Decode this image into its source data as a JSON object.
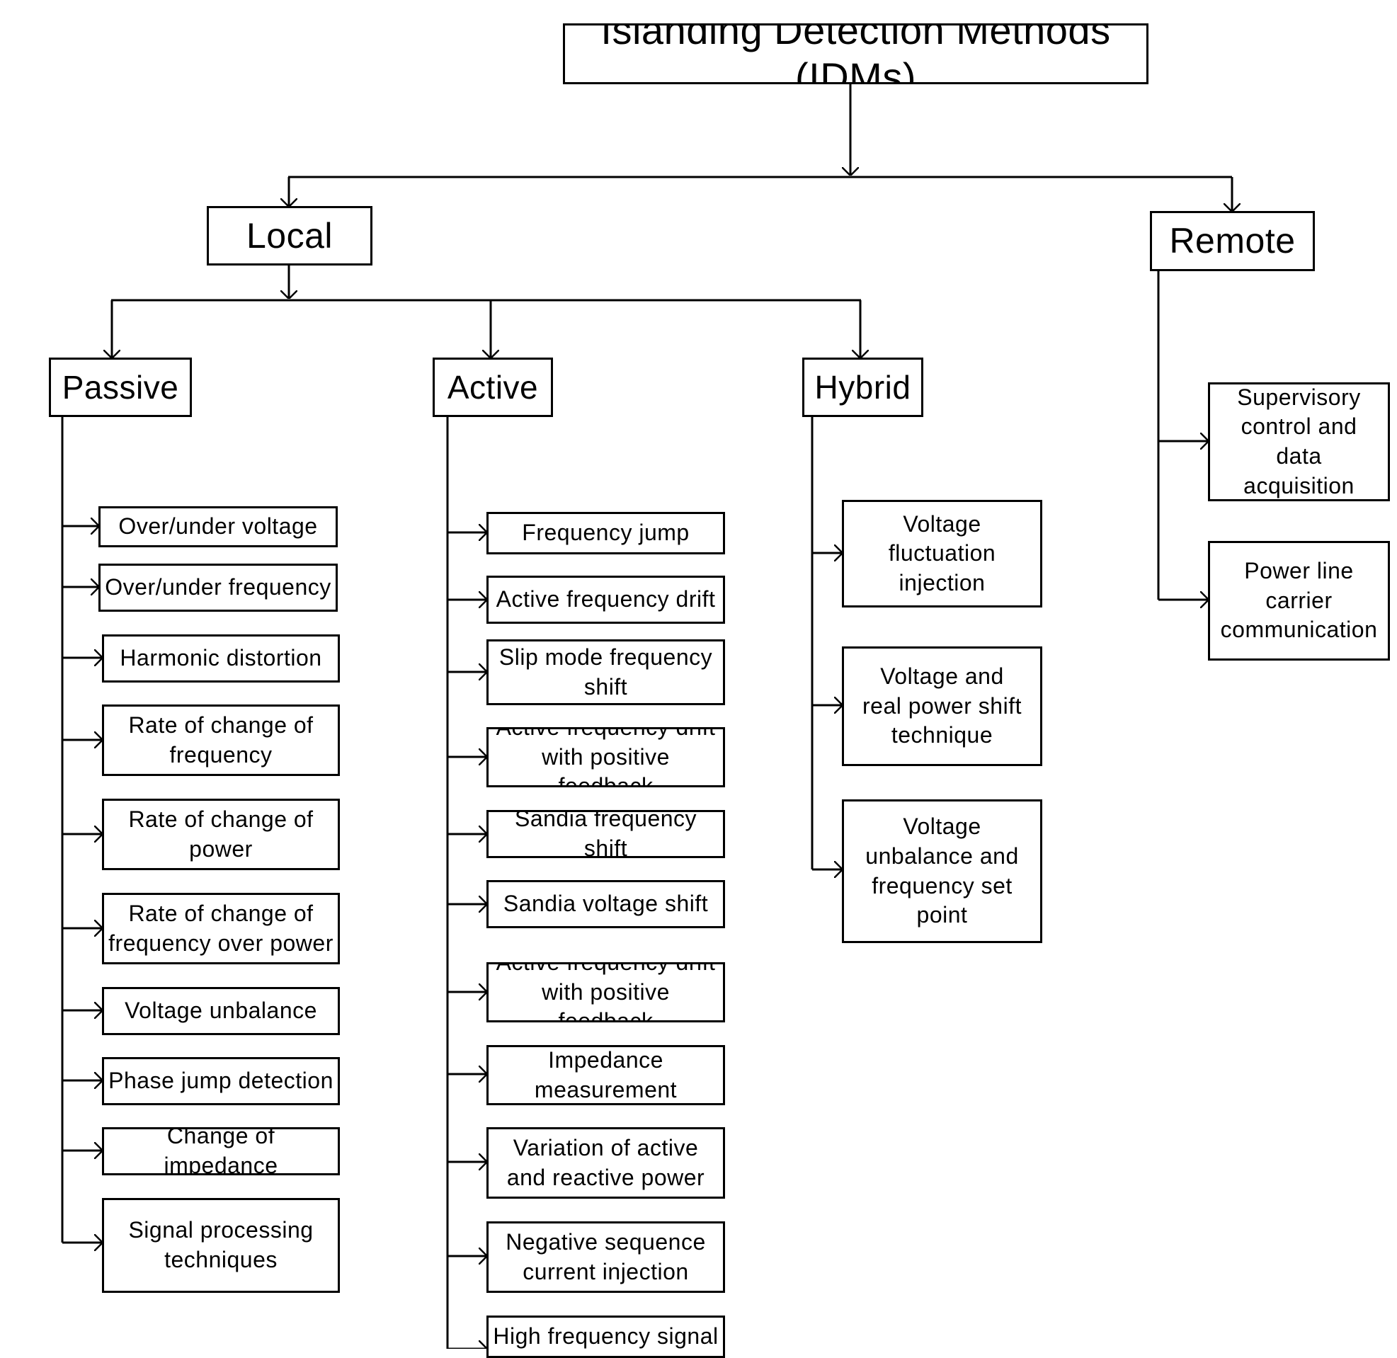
{
  "title": "Islanding Detection Methods (IDMs)",
  "local": {
    "label": "Local",
    "passive": {
      "label": "Passive",
      "items": [
        "Over/under voltage",
        "Over/under frequency",
        "Harmonic distortion",
        "Rate of change of frequency",
        "Rate of change of power",
        "Rate of change of frequency over power",
        "Voltage unbalance",
        "Phase jump detection",
        "Change of impedance",
        "Signal processing techniques"
      ]
    },
    "active": {
      "label": "Active",
      "items": [
        "Frequency jump",
        "Active frequency drift",
        "Slip mode frequency shift",
        "Active frequency drift with positive feedback",
        "Sandia frequency shift",
        "Sandia voltage shift",
        "Active frequency drift with positive feedback",
        "Impedance measurement",
        "Variation of active and reactive power",
        "Negative sequence current injection",
        "High frequency signal"
      ]
    },
    "hybrid": {
      "label": "Hybrid",
      "items": [
        "Voltage fluctuation injection",
        "Voltage and real power shift technique",
        "Voltage unbalance and frequency set point"
      ]
    }
  },
  "remote": {
    "label": "Remote",
    "items": [
      "Supervisory control and data acquisition",
      "Power line carrier communication"
    ]
  }
}
